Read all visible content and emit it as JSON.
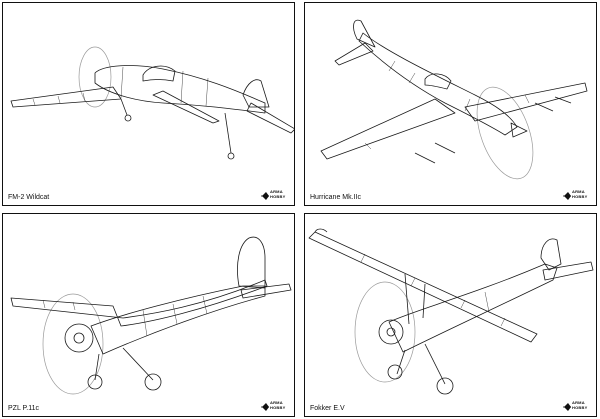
{
  "panels": [
    {
      "caption": "FM-2 Wildcat",
      "logo_line1": "ARMA",
      "logo_line2": "HOBBY"
    },
    {
      "caption": "Hurricane Mk.IIc",
      "logo_line1": "ARMA",
      "logo_line2": "HOBBY"
    },
    {
      "caption": "PZL P.11c",
      "logo_line1": "ARMA",
      "logo_line2": "HOBBY"
    },
    {
      "caption": "Fokker E.V",
      "logo_line1": "ARMA",
      "logo_line2": "HOBBY"
    }
  ],
  "colors": {
    "line": "#1a1a1a",
    "background": "#ffffff",
    "propeller": "#9a9a9a"
  }
}
